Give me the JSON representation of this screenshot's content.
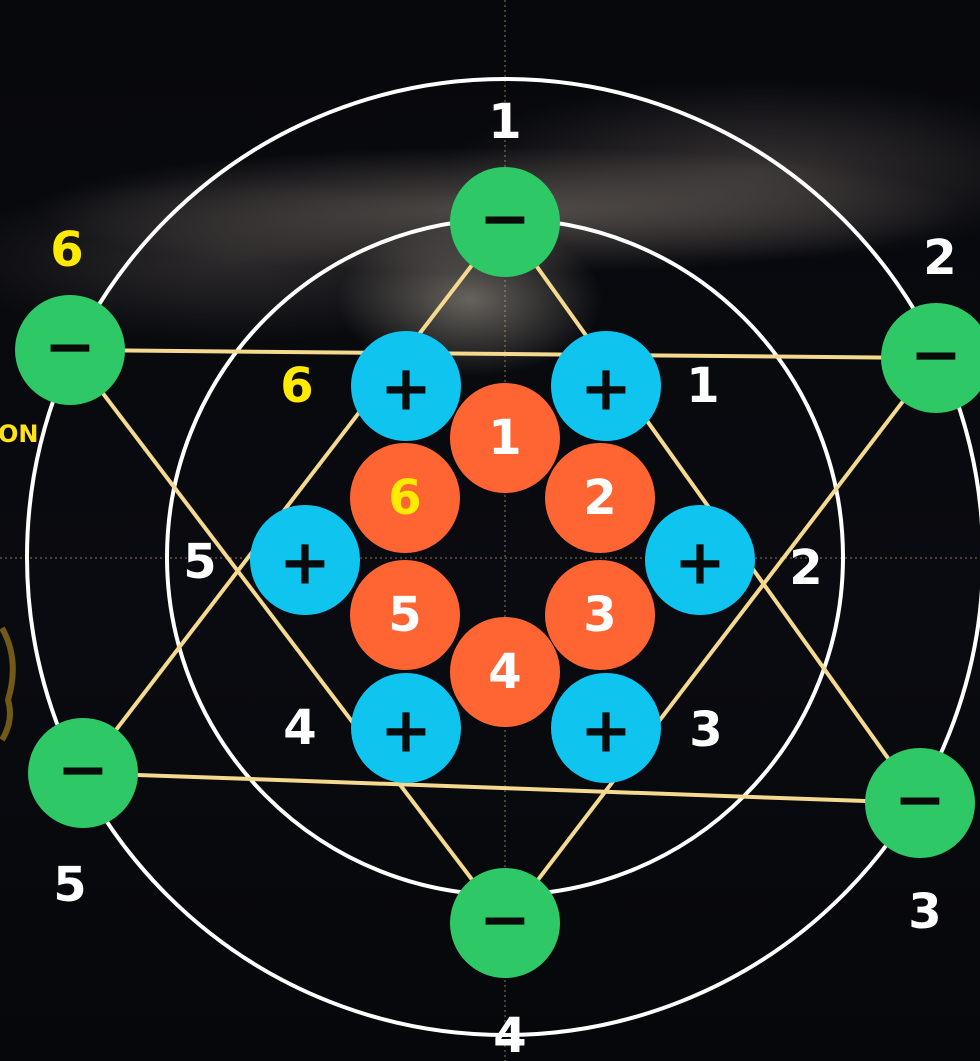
{
  "diagram": {
    "outer_ring_labels": [
      "1",
      "2",
      "3",
      "4",
      "5",
      "6"
    ],
    "middle_ring_labels": [
      "1",
      "2",
      "3",
      "4",
      "5",
      "6"
    ],
    "inner_nodes": [
      "1",
      "2",
      "3",
      "4",
      "5",
      "6"
    ],
    "minus_symbol": "−",
    "plus_symbol": "+",
    "partial_text": "ON",
    "colors": {
      "minus_node": "#2ec866",
      "plus_node": "#10c4f0",
      "inner_node": "#ff6533",
      "triangle_lines": "#f4d98e",
      "circles": "#ffffff",
      "label_white": "#ffffff",
      "label_yellow": "#ffea00"
    }
  }
}
